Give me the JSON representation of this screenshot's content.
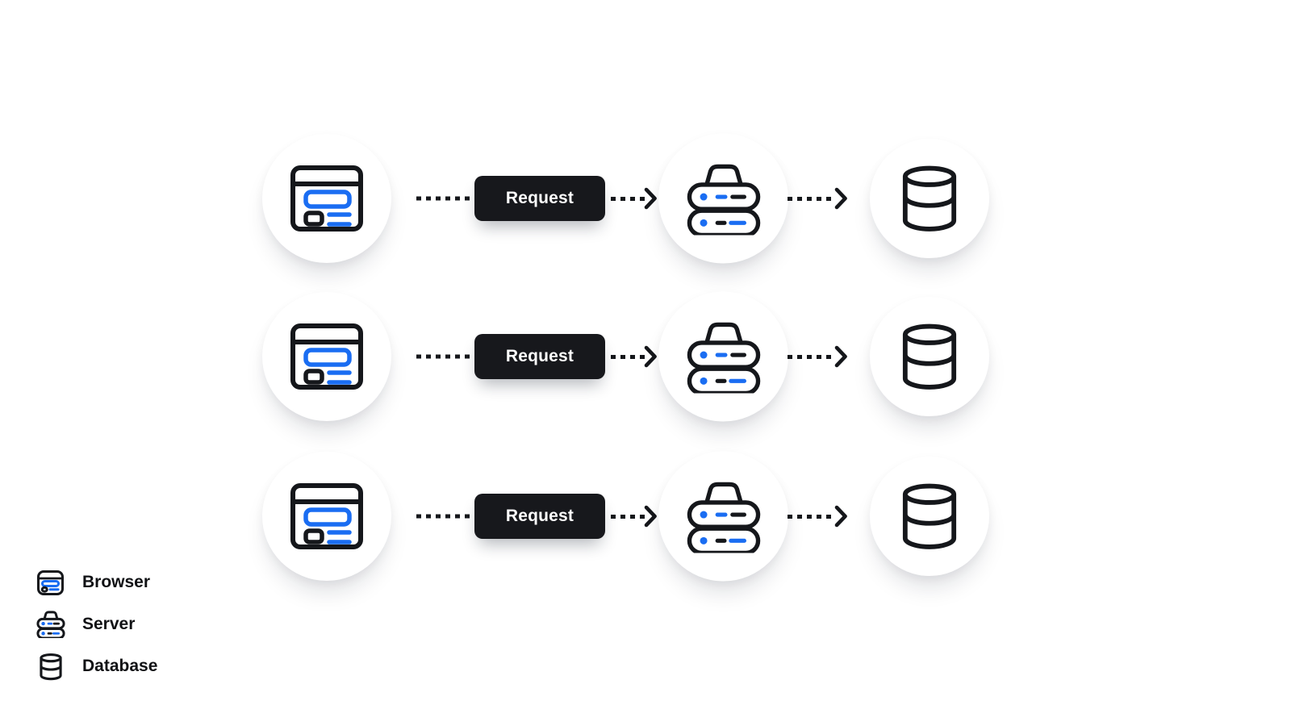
{
  "colors": {
    "ink": "#15171b",
    "blue": "#1a6df2",
    "button_bg": "#17181c",
    "button_text": "#ffffff",
    "background": "#ffffff"
  },
  "flow_rows": [
    {
      "source_icon": "browser-icon",
      "request_label": "Request",
      "middle_icon": "server-icon",
      "target_icon": "database-icon"
    },
    {
      "source_icon": "browser-icon",
      "request_label": "Request",
      "middle_icon": "server-icon",
      "target_icon": "database-icon"
    },
    {
      "source_icon": "browser-icon",
      "request_label": "Request",
      "middle_icon": "server-icon",
      "target_icon": "database-icon"
    }
  ],
  "legend": {
    "items": [
      {
        "icon": "browser-icon",
        "label": "Browser"
      },
      {
        "icon": "server-icon",
        "label": "Server"
      },
      {
        "icon": "database-icon",
        "label": "Database"
      }
    ]
  }
}
